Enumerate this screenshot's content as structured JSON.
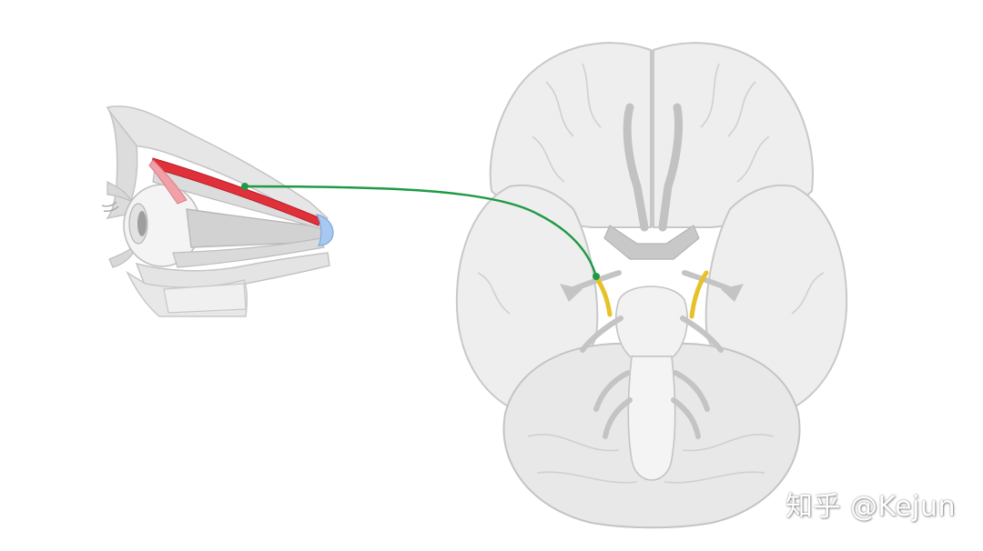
{
  "watermark": {
    "text": "知乎 @Kejun"
  },
  "colors": {
    "background": "#ffffff",
    "tissue_fill": "#eeeeee",
    "tissue_stroke": "#c8c8c8",
    "tissue_dark": "#bdbdbd",
    "muscle_highlight": "#e0303a",
    "muscle_light": "#f2a0a8",
    "tendon": "#a8c8f0",
    "pathway": "#1f9a44",
    "nerve_highlight": "#e6c228"
  },
  "icons": {
    "orbit": "eye-orbit-illustration",
    "brain": "brain-inferior-view-illustration"
  }
}
